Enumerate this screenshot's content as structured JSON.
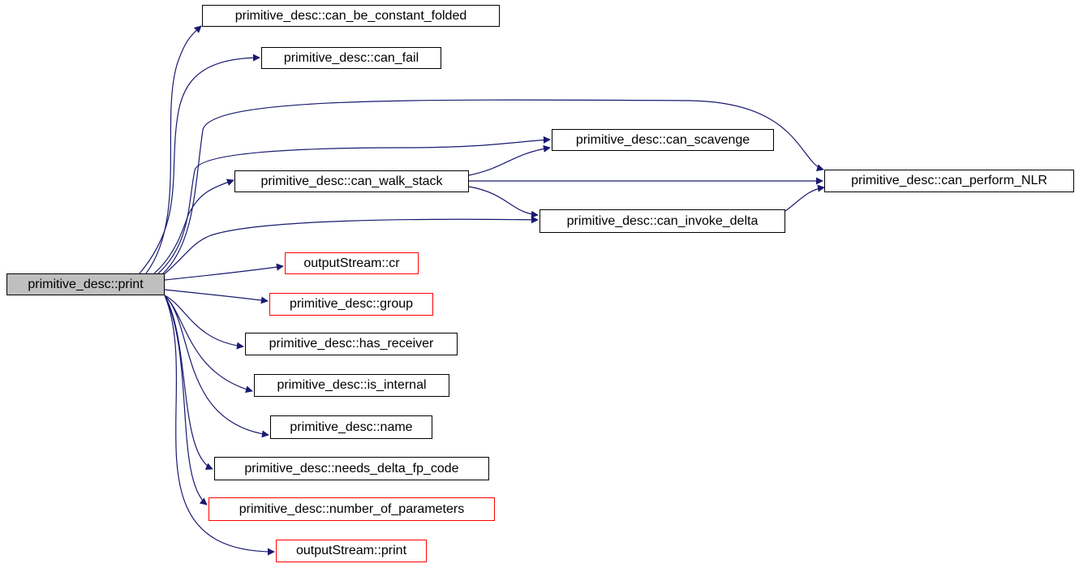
{
  "graph": {
    "edge_color": "#191970",
    "root_fill": "#bfbfbf",
    "nodes": {
      "root": "primitive_desc::print",
      "can_be_constant_folded": "primitive_desc::can_be_constant_folded",
      "can_fail": "primitive_desc::can_fail",
      "can_scavenge": "primitive_desc::can_scavenge",
      "can_walk_stack": "primitive_desc::can_walk_stack",
      "can_perform_nlr": "primitive_desc::can_perform_NLR",
      "can_invoke_delta": "primitive_desc::can_invoke_delta",
      "output_cr": "outputStream::cr",
      "group": "primitive_desc::group",
      "has_receiver": "primitive_desc::has_receiver",
      "is_internal": "primitive_desc::is_internal",
      "name": "primitive_desc::name",
      "needs_delta_fp_code": "primitive_desc::needs_delta_fp_code",
      "number_of_parameters": "primitive_desc::number_of_parameters",
      "output_print": "outputStream::print"
    },
    "edges": [
      [
        "root",
        "can_be_constant_folded"
      ],
      [
        "root",
        "can_fail"
      ],
      [
        "root",
        "can_perform_nlr"
      ],
      [
        "root",
        "can_scavenge"
      ],
      [
        "root",
        "can_walk_stack"
      ],
      [
        "root",
        "can_invoke_delta"
      ],
      [
        "root",
        "output_cr"
      ],
      [
        "root",
        "group"
      ],
      [
        "root",
        "has_receiver"
      ],
      [
        "root",
        "is_internal"
      ],
      [
        "root",
        "name"
      ],
      [
        "root",
        "needs_delta_fp_code"
      ],
      [
        "root",
        "number_of_parameters"
      ],
      [
        "root",
        "output_print"
      ],
      [
        "can_walk_stack",
        "can_scavenge"
      ],
      [
        "can_walk_stack",
        "can_perform_nlr"
      ],
      [
        "can_walk_stack",
        "can_invoke_delta"
      ],
      [
        "can_invoke_delta",
        "can_perform_nlr"
      ]
    ]
  }
}
